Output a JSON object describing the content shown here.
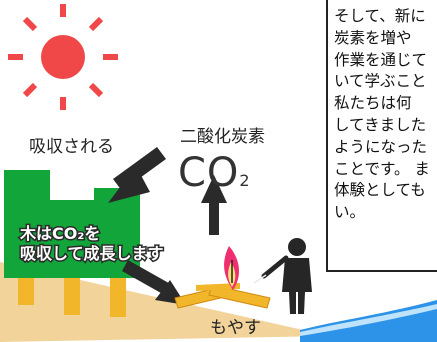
{
  "labels": {
    "absorbed": "吸収される",
    "co2_name": "二酸化炭素",
    "co2_formula_main": "CO",
    "co2_formula_sub": "2",
    "tree_caption_line1": "木はCO₂を",
    "tree_caption_line2": "吸収して成長します",
    "burn": "もやす"
  },
  "textbox": {
    "lines": [
      "そして、新に",
      "炭素を増や",
      "作業を通じて",
      "いて学ぶこと",
      "私たちは何",
      "してきました",
      "ようになった",
      "ことです。 ま",
      "体験としても",
      "い。"
    ]
  },
  "icons": [
    "sun-icon",
    "tree-icon",
    "person-icon",
    "campfire-icon",
    "arrow-icon"
  ],
  "colors": {
    "sun": "#f04848",
    "tree": "#12a63a",
    "trunk": "#f1b629",
    "ground": "#f2d39a",
    "water": "#2d93e8",
    "flame": "#ef2f70",
    "arrow": "#2a2a2a"
  }
}
